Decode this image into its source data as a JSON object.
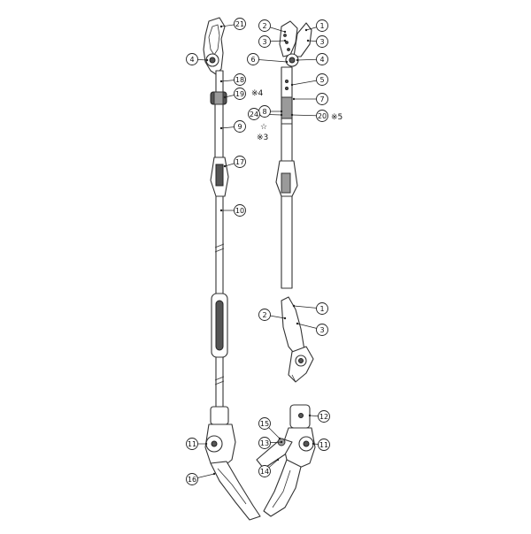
{
  "callouts": [
    {
      "id": "c1a",
      "label": "1"
    },
    {
      "id": "c2a",
      "label": "2"
    },
    {
      "id": "c3a",
      "label": "3"
    },
    {
      "id": "c3b",
      "label": "3"
    },
    {
      "id": "c4a",
      "label": "4"
    },
    {
      "id": "c4b",
      "label": "4"
    },
    {
      "id": "c5",
      "label": "5"
    },
    {
      "id": "c6",
      "label": "6"
    },
    {
      "id": "c7",
      "label": "7"
    },
    {
      "id": "c8",
      "label": "8"
    },
    {
      "id": "c9",
      "label": "9"
    },
    {
      "id": "c10",
      "label": "10"
    },
    {
      "id": "c11a",
      "label": "11"
    },
    {
      "id": "c11b",
      "label": "11"
    },
    {
      "id": "c12",
      "label": "12"
    },
    {
      "id": "c13",
      "label": "13"
    },
    {
      "id": "c14",
      "label": "14"
    },
    {
      "id": "c15",
      "label": "15"
    },
    {
      "id": "c16",
      "label": "16"
    },
    {
      "id": "c17",
      "label": "17"
    },
    {
      "id": "c18",
      "label": "18"
    },
    {
      "id": "c19",
      "label": "19"
    },
    {
      "id": "c20",
      "label": "20"
    },
    {
      "id": "c21",
      "label": "21"
    },
    {
      "id": "c24",
      "label": "24"
    },
    {
      "id": "c1b",
      "label": "1"
    },
    {
      "id": "c2b",
      "label": "2"
    },
    {
      "id": "c3c",
      "label": "3"
    }
  ],
  "notes": {
    "note_star": "☆",
    "note_3": "※3",
    "note_4": "※4",
    "note_5": "※5"
  }
}
